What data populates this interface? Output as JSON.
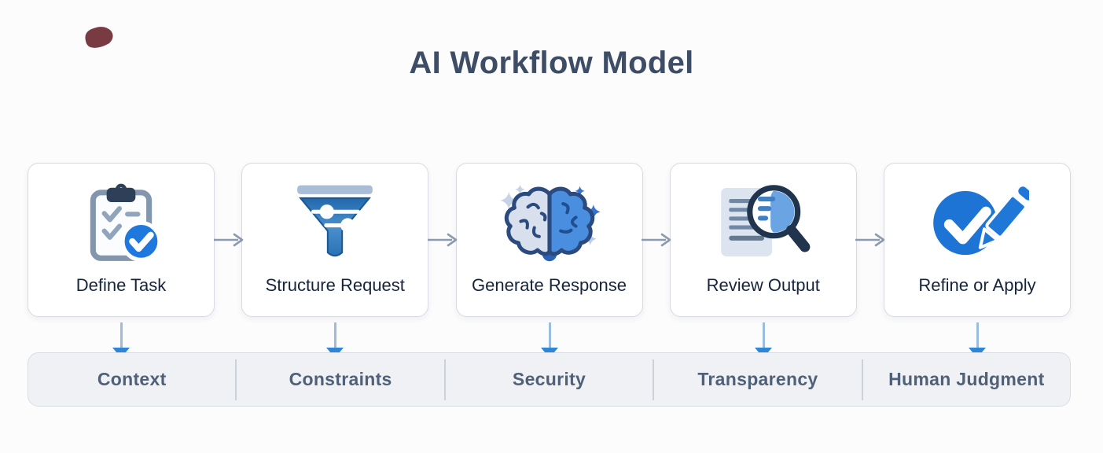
{
  "title": "AI Workflow Model",
  "steps": [
    {
      "label": "Define Task",
      "icon": "clipboard-check-icon"
    },
    {
      "label": "Structure Request",
      "icon": "funnel-filter-icon"
    },
    {
      "label": "Generate Response",
      "icon": "brain-sparkles-icon"
    },
    {
      "label": "Review Output",
      "icon": "document-magnifier-icon"
    },
    {
      "label": "Refine or Apply",
      "icon": "check-pencil-icon"
    }
  ],
  "foundations": [
    {
      "label": "Context"
    },
    {
      "label": "Constraints"
    },
    {
      "label": "Security"
    },
    {
      "label": "Transparency"
    },
    {
      "label": "Human Judgment"
    }
  ],
  "colors": {
    "accent_blue": "#1d74d4",
    "connector_gray": "#8b9aae",
    "down_arrow_blue": "#2e86d4",
    "title_text": "#3d4d66",
    "step_text": "#16243c",
    "foundation_text": "#4f6078",
    "card_border": "#d7dbe2",
    "foundation_bar_bg": "#eff1f5"
  }
}
